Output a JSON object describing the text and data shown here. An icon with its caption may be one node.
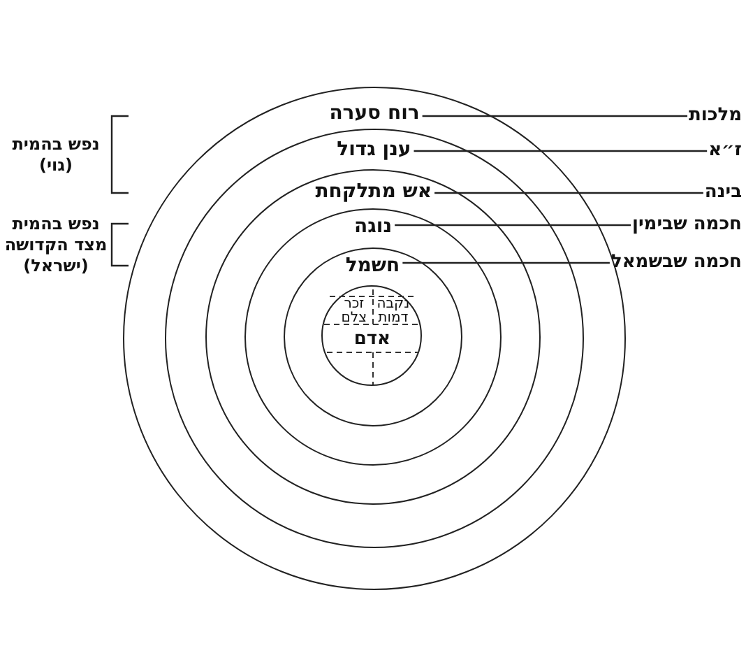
{
  "diagram": {
    "nodes": [
      {
        "text": [
          "רוח סערה"
        ]
      },
      {
        "text": [
          "ענן גדול"
        ],
        "in": 0
      },
      {
        "text": [
          "אש מתלקחת"
        ],
        "in": 1
      },
      {
        "text": [
          "נוגה"
        ],
        "in": 2
      },
      {
        "text": [
          "חשמל"
        ],
        "in": 3
      },
      {
        "text": [
          "נקבה דמות",
          "זכר צלם",
          "אדם"
        ],
        "in": 4
      },
      {
        "text": [
          "מלכות"
        ]
      },
      {
        "text": [
          "ז״א"
        ]
      },
      {
        "text": [
          "בינה"
        ]
      },
      {
        "text": [
          "חכמה שבימין"
        ]
      },
      {
        "text": [
          "חכמה שבשמאל"
        ]
      }
    ],
    "edges": [
      {
        "from": 0,
        "to": 6,
        "arrow": "none"
      },
      {
        "from": 1,
        "to": 7,
        "arrow": "none"
      },
      {
        "from": 2,
        "to": 8,
        "arrow": "none"
      },
      {
        "from": 3,
        "to": 9,
        "arrow": "none"
      },
      {
        "from": 4,
        "to": 10,
        "arrow": "none"
      }
    ],
    "labels": [
      "נפש בהמית (גוי)",
      "נפש בהמית מצד הקדושה (ישראל)"
    ]
  }
}
